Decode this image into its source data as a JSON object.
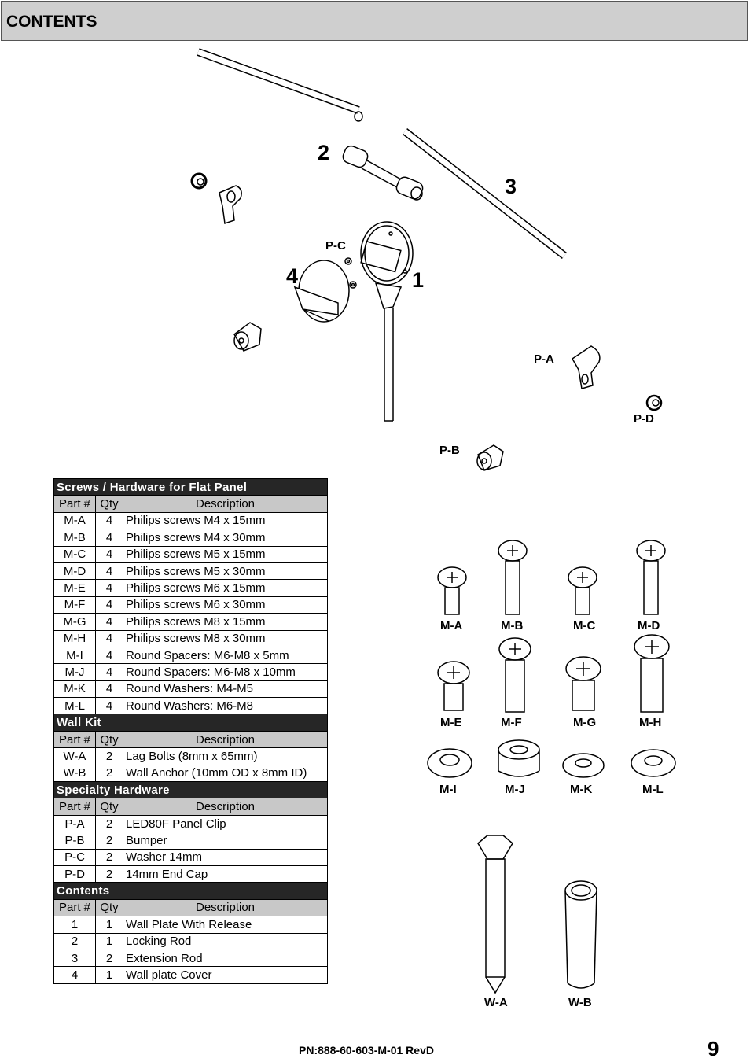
{
  "header": {
    "title": "CONTENTS"
  },
  "diagram_labels": {
    "p_c": "P-C",
    "p_a": "P-A",
    "p_d": "P-D",
    "p_b": "P-B",
    "n1": "1",
    "n2": "2",
    "n3": "3",
    "n4": "4"
  },
  "screw_labels": {
    "ma": "M-A",
    "mb": "M-B",
    "mc": "M-C",
    "md": "M-D",
    "me": "M-E",
    "mf": "M-F",
    "mg": "M-G",
    "mh": "M-H",
    "mi": "M-I",
    "mj": "M-J",
    "mk": "M-K",
    "ml": "M-L",
    "wa": "W-A",
    "wb": "W-B"
  },
  "table": {
    "col_part": "Part #",
    "col_qty": "Qty",
    "col_desc": "Description",
    "sections": [
      {
        "title": "Screws / Hardware for Flat Panel",
        "rows": [
          {
            "part": "M-A",
            "qty": "4",
            "desc": "Philips screws M4 x 15mm"
          },
          {
            "part": "M-B",
            "qty": "4",
            "desc": "Philips screws M4 x 30mm"
          },
          {
            "part": "M-C",
            "qty": "4",
            "desc": "Philips screws M5 x 15mm"
          },
          {
            "part": "M-D",
            "qty": "4",
            "desc": "Philips screws M5 x 30mm"
          },
          {
            "part": "M-E",
            "qty": "4",
            "desc": "Philips screws M6 x 15mm"
          },
          {
            "part": "M-F",
            "qty": "4",
            "desc": "Philips screws M6 x 30mm"
          },
          {
            "part": "M-G",
            "qty": "4",
            "desc": "Philips screws M8 x 15mm"
          },
          {
            "part": "M-H",
            "qty": "4",
            "desc": "Philips screws M8 x 30mm"
          },
          {
            "part": "M-I",
            "qty": "4",
            "desc": "Round Spacers:  M6-M8 x 5mm"
          },
          {
            "part": "M-J",
            "qty": "4",
            "desc": "Round Spacers:  M6-M8 x 10mm"
          },
          {
            "part": "M-K",
            "qty": "4",
            "desc": "Round Washers: M4-M5"
          },
          {
            "part": "M-L",
            "qty": "4",
            "desc": "Round Washers: M6-M8"
          }
        ]
      },
      {
        "title": "Wall Kit",
        "rows": [
          {
            "part": "W-A",
            "qty": "2",
            "desc": "Lag Bolts (8mm x 65mm)"
          },
          {
            "part": "W-B",
            "qty": "2",
            "desc": "Wall Anchor (10mm OD x 8mm ID)"
          }
        ]
      },
      {
        "title": "Specialty Hardware",
        "rows": [
          {
            "part": "P-A",
            "qty": "2",
            "desc": "LED80F Panel Clip"
          },
          {
            "part": "P-B",
            "qty": "2",
            "desc": "Bumper"
          },
          {
            "part": "P-C",
            "qty": "2",
            "desc": "Washer 14mm"
          },
          {
            "part": "P-D",
            "qty": "2",
            "desc": "14mm End Cap"
          }
        ]
      },
      {
        "title": "Contents",
        "rows": [
          {
            "part": "1",
            "qty": "1",
            "desc": "Wall Plate With Release"
          },
          {
            "part": "2",
            "qty": "1",
            "desc": "Locking Rod"
          },
          {
            "part": "3",
            "qty": "2",
            "desc": "Extension Rod"
          },
          {
            "part": "4",
            "qty": "1",
            "desc": "Wall plate Cover"
          }
        ]
      }
    ]
  },
  "footer": {
    "pn": "PN:888-60-603-M-01 RevD",
    "page": "9"
  }
}
